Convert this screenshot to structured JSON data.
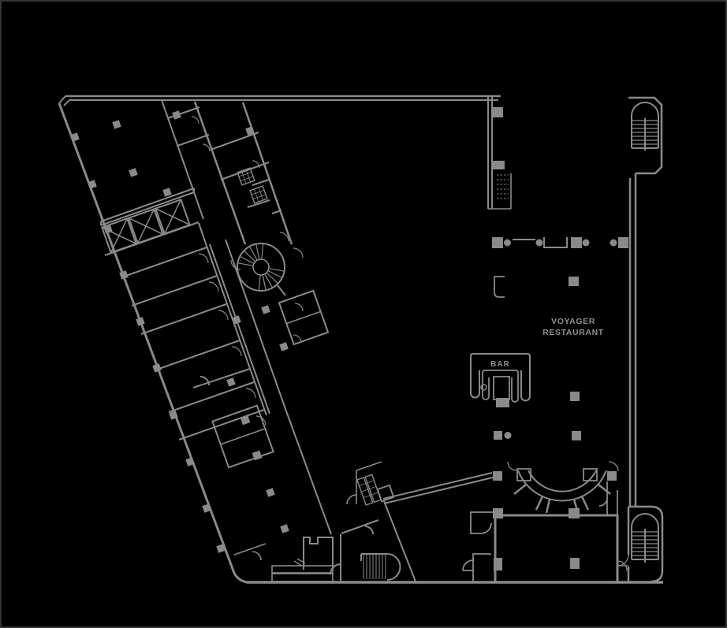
{
  "labels": {
    "restaurant_line1": "VOYAGER",
    "restaurant_line2": "RESTAURANT",
    "bar": "BAR"
  },
  "colors": {
    "background": "#000000",
    "wall": "#8a8a8a",
    "wall_fill": "#8a8a8a",
    "text": "#8f8f8f",
    "border": "#343434"
  }
}
